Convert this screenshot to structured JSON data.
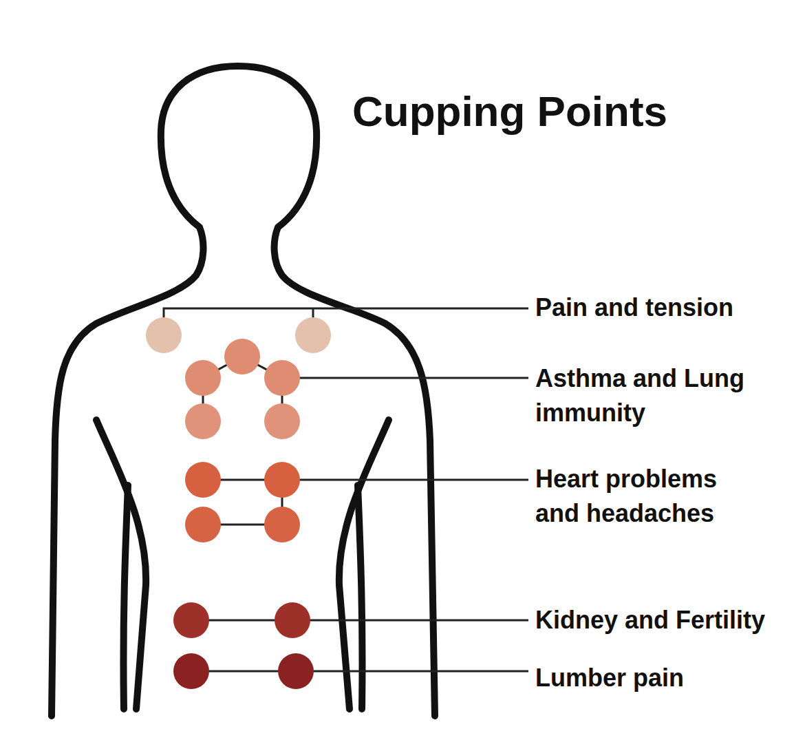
{
  "diagram": {
    "title": "Cupping Points",
    "labels": [
      "Pain and tension",
      "Asthma and Lung immunity",
      "Heart problems and headaches",
      "Kidney and Fertility",
      "Lumber pain"
    ]
  }
}
